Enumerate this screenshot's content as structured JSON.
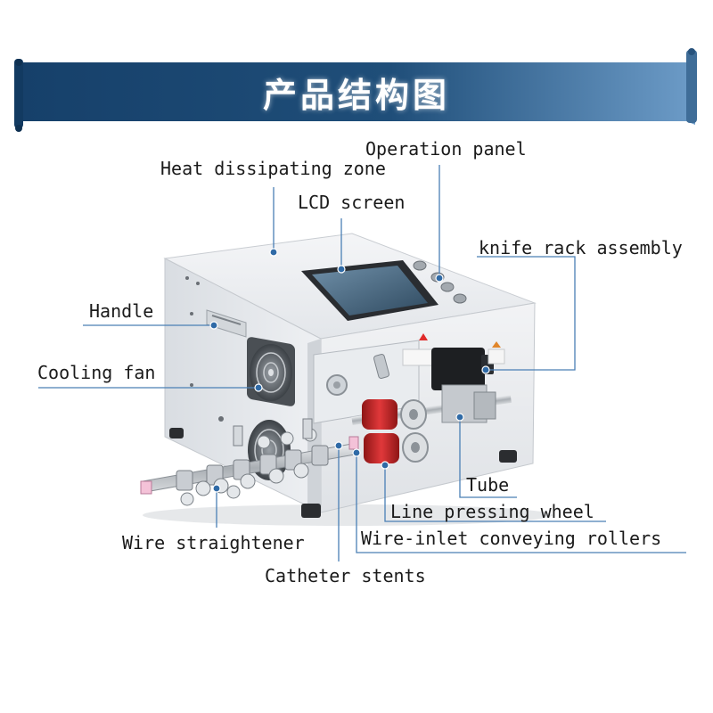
{
  "banner": {
    "title": "产品结构图"
  },
  "labels": {
    "heat_zone": "Heat dissipating zone",
    "operation_panel": "Operation panel",
    "lcd_screen": "LCD screen",
    "knife_rack": "knife rack assembly",
    "handle": "Handle",
    "cooling_fan": "Cooling fan",
    "tube": "Tube",
    "line_pressing_wheel": "Line pressing wheel",
    "wire_inlet_rollers": "Wire-inlet conveying rollers",
    "wire_straightener": "Wire straightener",
    "catheter_stents": "Catheter stents"
  },
  "colors": {
    "banner": "#1f4e79",
    "leader": "#4a7fb5",
    "roller": "#c62828"
  }
}
